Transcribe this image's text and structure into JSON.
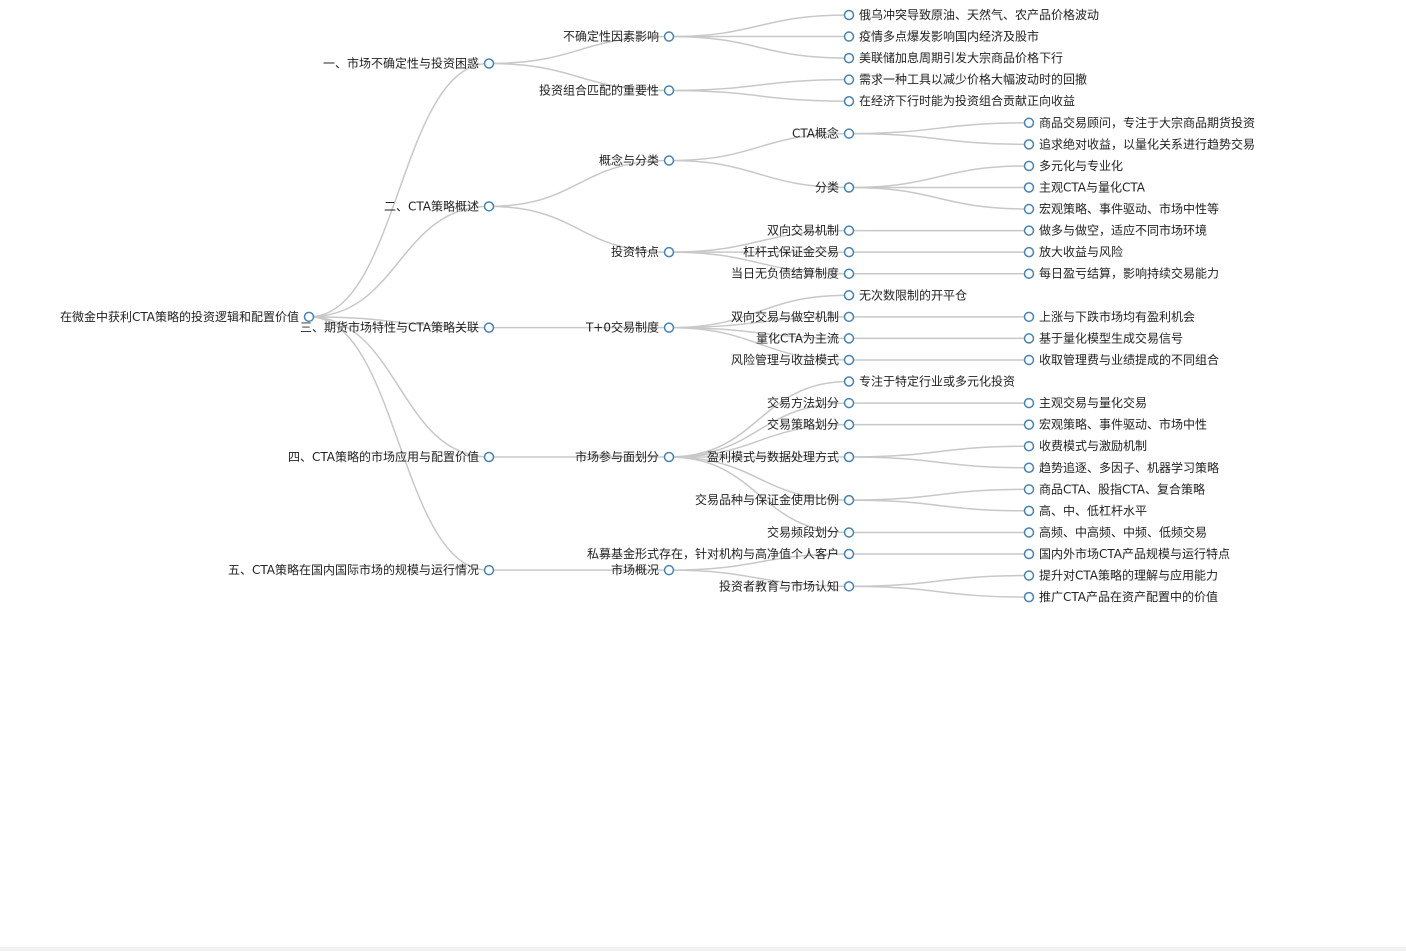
{
  "root": {
    "label": "在微金中获利CTA策略的投资逻辑和配置价值",
    "children": [
      {
        "label": "一、市场不确定性与投资困惑",
        "children": [
          {
            "label": "不确定性因素影响",
            "children": [
              {
                "label": "俄乌冲突导致原油、天然气、农产品价格波动"
              },
              {
                "label": "疫情多点爆发影响国内经济及股市"
              },
              {
                "label": "美联储加息周期引发大宗商品价格下行"
              }
            ]
          },
          {
            "label": "投资组合匹配的重要性",
            "children": [
              {
                "label": "需求一种工具以减少价格大幅波动时的回撤"
              },
              {
                "label": "在经济下行时能为投资组合贡献正向收益"
              }
            ]
          }
        ]
      },
      {
        "label": "二、CTA策略概述",
        "children": [
          {
            "label": "概念与分类",
            "children": [
              {
                "label": "CTA概念",
                "children": [
                  {
                    "label": "商品交易顾问，专注于大宗商品期货投资"
                  },
                  {
                    "label": "追求绝对收益，以量化关系进行趋势交易"
                  }
                ]
              },
              {
                "label": "分类",
                "children": [
                  {
                    "label": "多元化与专业化"
                  },
                  {
                    "label": "主观CTA与量化CTA"
                  },
                  {
                    "label": "宏观策略、事件驱动、市场中性等"
                  }
                ]
              }
            ]
          },
          {
            "label": "投资特点",
            "children": [
              {
                "label": "双向交易机制",
                "children": [
                  {
                    "label": "做多与做空，适应不同市场环境"
                  }
                ]
              },
              {
                "label": "杠杆式保证金交易",
                "children": [
                  {
                    "label": "放大收益与风险"
                  }
                ]
              },
              {
                "label": "当日无负债结算制度",
                "children": [
                  {
                    "label": "每日盈亏结算，影响持续交易能力"
                  }
                ]
              }
            ]
          }
        ]
      },
      {
        "label": "三、期货市场特性与CTA策略关联",
        "children": [
          {
            "label": "T+0交易制度",
            "children": [
              {
                "label": "无次数限制的开平仓"
              },
              {
                "label": "双向交易与做空机制",
                "children": [
                  {
                    "label": "上涨与下跌市场均有盈利机会"
                  }
                ]
              },
              {
                "label": "量化CTA为主流",
                "children": [
                  {
                    "label": "基于量化模型生成交易信号"
                  }
                ]
              },
              {
                "label": "风险管理与收益模式",
                "children": [
                  {
                    "label": "收取管理费与业绩提成的不同组合"
                  }
                ]
              }
            ]
          }
        ]
      },
      {
        "label": "四、CTA策略的市场应用与配置价值",
        "children": [
          {
            "label": "市场参与面划分",
            "children": [
              {
                "label": "专注于特定行业或多元化投资"
              },
              {
                "label": "交易方法划分",
                "children": [
                  {
                    "label": "主观交易与量化交易"
                  }
                ]
              },
              {
                "label": "交易策略划分",
                "children": [
                  {
                    "label": "宏观策略、事件驱动、市场中性"
                  }
                ]
              },
              {
                "label": "盈利模式与数据处理方式",
                "children": [
                  {
                    "label": "收费模式与激励机制"
                  },
                  {
                    "label": "趋势追逐、多因子、机器学习策略"
                  }
                ]
              },
              {
                "label": "交易品种与保证金使用比例",
                "children": [
                  {
                    "label": "商品CTA、股指CTA、复合策略"
                  },
                  {
                    "label": "高、中、低杠杆水平"
                  }
                ]
              },
              {
                "label": "交易频段划分",
                "children": [
                  {
                    "label": "高频、中高频、中频、低频交易"
                  }
                ]
              }
            ]
          }
        ]
      },
      {
        "label": "五、CTA策略在国内国际市场的规模与运行情况",
        "children": [
          {
            "label": "市场概况",
            "children": [
              {
                "label": "私募基金形式存在，针对机构与高净值个人客户",
                "children": [
                  {
                    "label": "国内外市场CTA产品规模与运行特点"
                  }
                ]
              },
              {
                "label": "投资者教育与市场认知",
                "children": [
                  {
                    "label": "提升对CTA策略的理解与应用能力"
                  },
                  {
                    "label": "推广CTA产品在资产配置中的价值"
                  }
                ]
              }
            ]
          }
        ]
      }
    ]
  },
  "colors": {
    "link": "#c8c8c8",
    "node_stroke": "#4682b4",
    "node_fill": "#ffffff",
    "text": "#222222",
    "background": "#ffffff"
  }
}
